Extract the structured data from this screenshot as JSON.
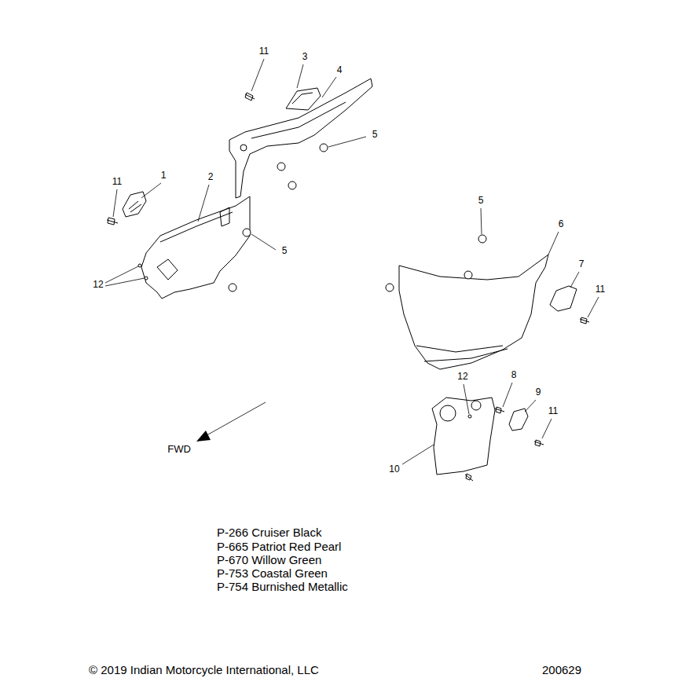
{
  "diagram": {
    "labels": [
      "11",
      "3",
      "4",
      "5",
      "11",
      "2",
      "1",
      "5",
      "6",
      "5",
      "12",
      "7",
      "11",
      "12",
      "8",
      "9",
      "11",
      "10",
      "FWD",
      "P-266 Cruiser Black",
      "P-665 Patriot Red Pearl",
      "P-670 Willow Green",
      "P-753 Coastal Green",
      "P-754 Burnished Metallic",
      "© 2019 Indian Motorcycle International, LLC",
      "200629"
    ]
  }
}
